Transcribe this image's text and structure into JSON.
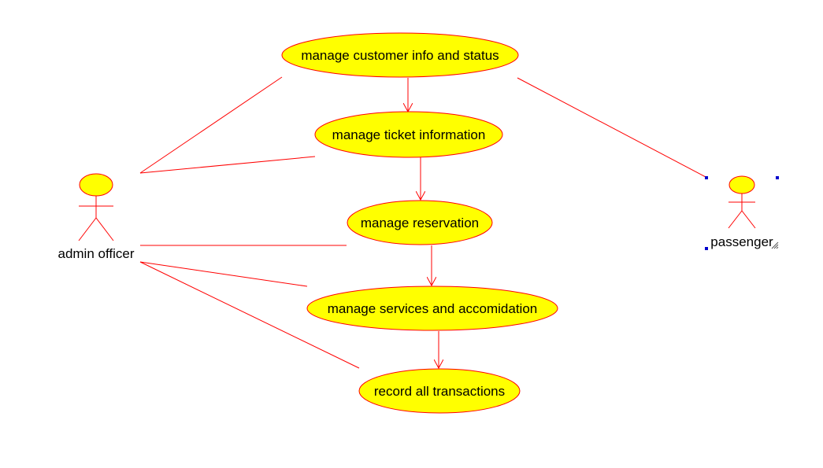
{
  "colors": {
    "line": "#ff0000",
    "usecase_fill": "#ffff00",
    "actor_fill": "#ffff00",
    "selection_handle": "#0000cc",
    "background": "#ffffff"
  },
  "actors": {
    "admin": {
      "name": "admin officer"
    },
    "passenger": {
      "name": "passenger"
    }
  },
  "use_cases": {
    "customer": {
      "label": "manage customer info and status"
    },
    "ticket": {
      "label": "manage ticket information"
    },
    "reservation": {
      "label": "manage reservation"
    },
    "services": {
      "label": "manage services and accomidation"
    },
    "transactions": {
      "label": "record all transactions"
    }
  },
  "selection": {
    "selected_actor": "passenger",
    "resize_grip_icon": "resize-grip-icon"
  }
}
